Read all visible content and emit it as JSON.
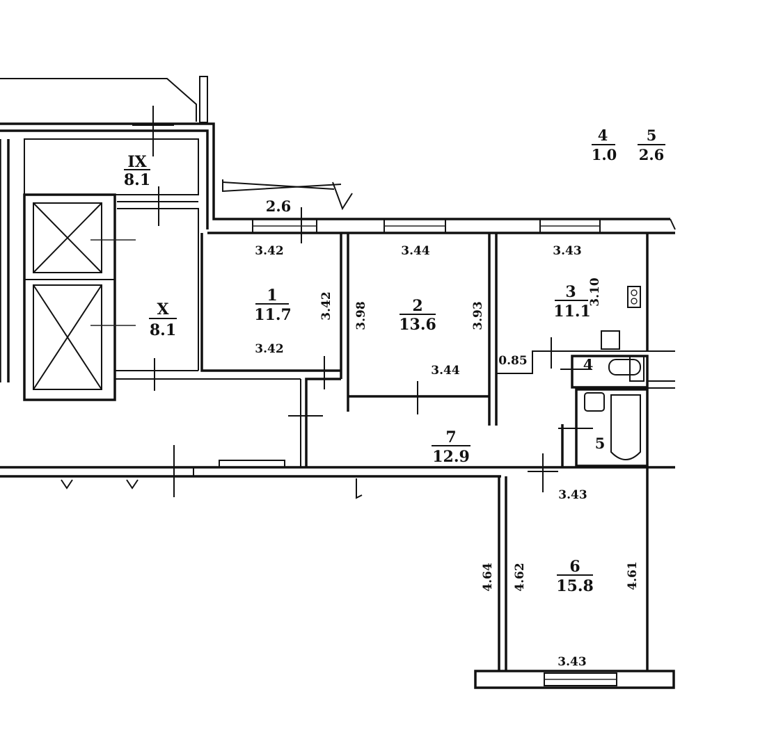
{
  "legend": [
    {
      "num": "4",
      "area": "1.0"
    },
    {
      "num": "5",
      "area": "2.6"
    }
  ],
  "rooms": [
    {
      "num": "1",
      "area": "11.7"
    },
    {
      "num": "2",
      "area": "13.6"
    },
    {
      "num": "3",
      "area": "11.1"
    },
    {
      "num": "4",
      "area": ""
    },
    {
      "num": "5",
      "area": ""
    },
    {
      "num": "6",
      "area": "15.8"
    },
    {
      "num": "7",
      "area": "12.9"
    },
    {
      "num": "IX",
      "area": "8.1"
    },
    {
      "num": "X",
      "area": "8.1"
    }
  ],
  "balcony_area": "2.6",
  "dimensions": {
    "r1_top": "3.42",
    "r1_side": "3.42",
    "r1_bottom": "3.42",
    "r2_top": "3.44",
    "r2_left": "3.98",
    "r2_right": "3.93",
    "r2_bottom": "3.44",
    "r3_top": "3.43",
    "r3_side": "3.10",
    "r3_step": "0.85",
    "r6_top": "3.43",
    "r6_outer": "4.64",
    "r6_left": "4.62",
    "r6_right": "4.61",
    "r6_bottom": "3.43"
  }
}
